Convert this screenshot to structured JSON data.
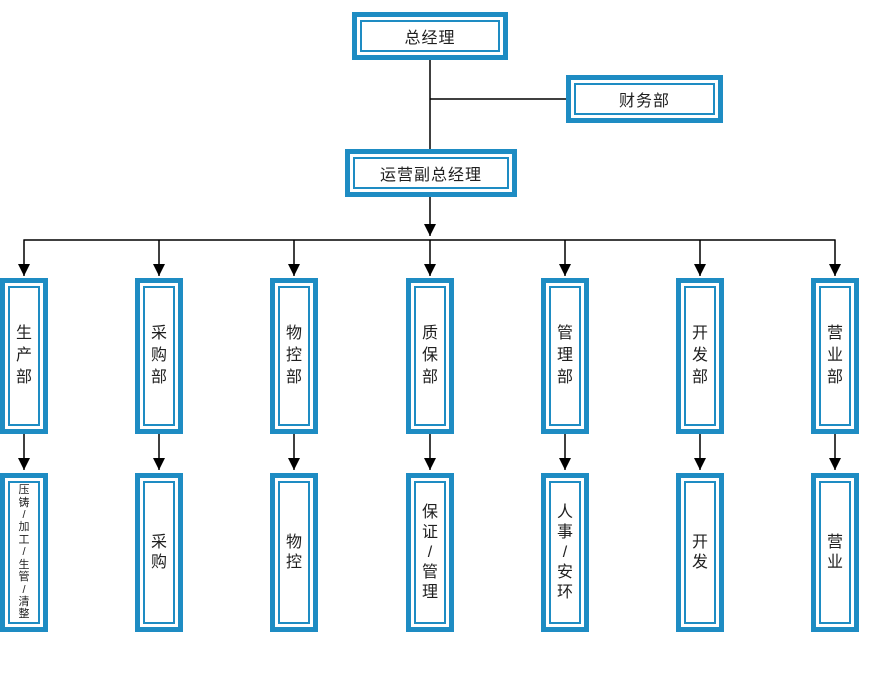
{
  "diagram": {
    "type": "org-chart",
    "root": {
      "label": "总经理"
    },
    "staff": {
      "label": "财务部"
    },
    "manager": {
      "label": "运营副总经理"
    },
    "departments": [
      {
        "label": "生产部",
        "sub": "压铸/加工/生管/清整"
      },
      {
        "label": "采购部",
        "sub": "采购"
      },
      {
        "label": "物控部",
        "sub": "物控"
      },
      {
        "label": "质保部",
        "sub": "保证/管理"
      },
      {
        "label": "管理部",
        "sub": "人事/安环"
      },
      {
        "label": "开发部",
        "sub": "开发"
      },
      {
        "label": "营业部",
        "sub": "营业"
      }
    ]
  },
  "colors": {
    "box_border": "#1e8cc3",
    "connector": "#000000",
    "text": "#1f1f1f",
    "background": "#ffffff"
  }
}
